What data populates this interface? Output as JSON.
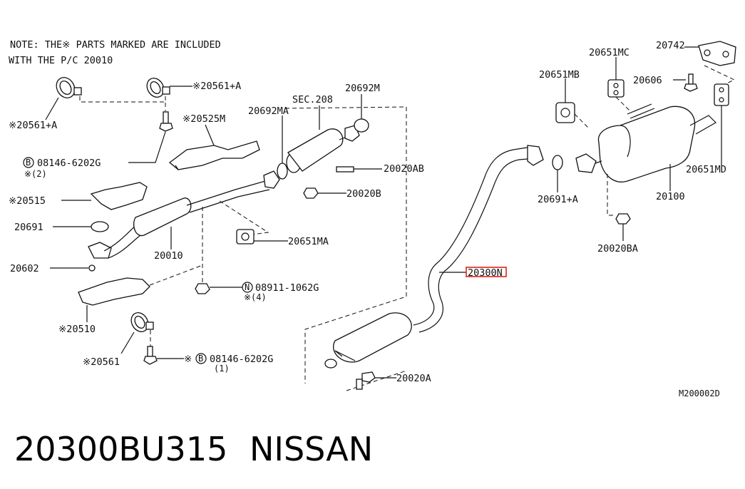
{
  "note": {
    "line1": "NOTE: THE※ PARTS MARKED ARE INCLUDED",
    "line2": "WITH THE P/C   20010"
  },
  "labels": {
    "l_20561a_left": "※20561+A",
    "l_20561a_top": "※20561+A",
    "l_08146_top": "08146-6202G",
    "l_08146_top_qty": "※(2)",
    "l_20525m": "※20525M",
    "l_20692ma": "20692MA",
    "l_sec208": "SEC.208",
    "l_20692m": "20692M",
    "l_20020ab": "20020AB",
    "l_20020b": "20020B",
    "l_20515": "※20515",
    "l_20691": "20691",
    "l_20602": "20602",
    "l_20010": "20010",
    "l_20651ma": "20651MA",
    "l_08911": "08911-1062G",
    "l_08911_qty": "※(4)",
    "l_20510": "※20510",
    "l_20561": "※20561",
    "l_08146_bot": "08146-6202G",
    "l_08146_bot_qty": "(1)",
    "l_20300n": "20300N",
    "l_20020a": "20020A",
    "l_20651mc": "20651MC",
    "l_20742": "20742",
    "l_20651mb": "20651MB",
    "l_20606": "20606",
    "l_20651md": "20651MD",
    "l_20691a": "20691+A",
    "l_20100": "20100",
    "l_20020ba": "20020BA",
    "l_ref": "M200002D"
  },
  "markers": {
    "b_top": "B",
    "n_mid": "N",
    "b_bot": "B",
    "star_bot": "※"
  },
  "footer": {
    "part_number": "20300BU315",
    "brand": "NISSAN"
  },
  "highlight_color": "#e0201a"
}
